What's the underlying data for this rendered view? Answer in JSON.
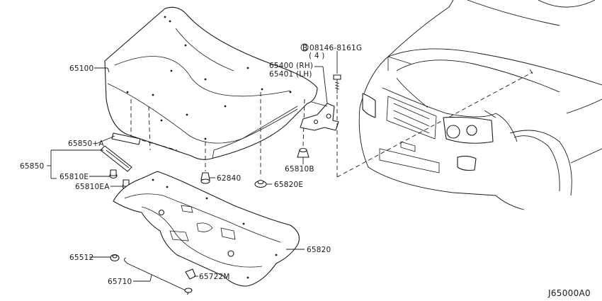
{
  "diagram": {
    "code": "J65000A0",
    "labels": {
      "p65100": "65100",
      "p65850a": "65850+A",
      "p65850": "65850",
      "p65810e": "65810E",
      "p65810ea": "65810EA",
      "p62840": "62840",
      "p65820e": "65820E",
      "p65810b": "65810B",
      "p65400": "65400 (RH)",
      "p65401": "65401 (LH)",
      "bolt_code": "08146-8161G",
      "bolt_qty": "( 4 )",
      "bolt_marker": "B",
      "p65820": "65820",
      "p65512": "65512",
      "p65710": "65710",
      "p65722m": "65722M"
    }
  }
}
